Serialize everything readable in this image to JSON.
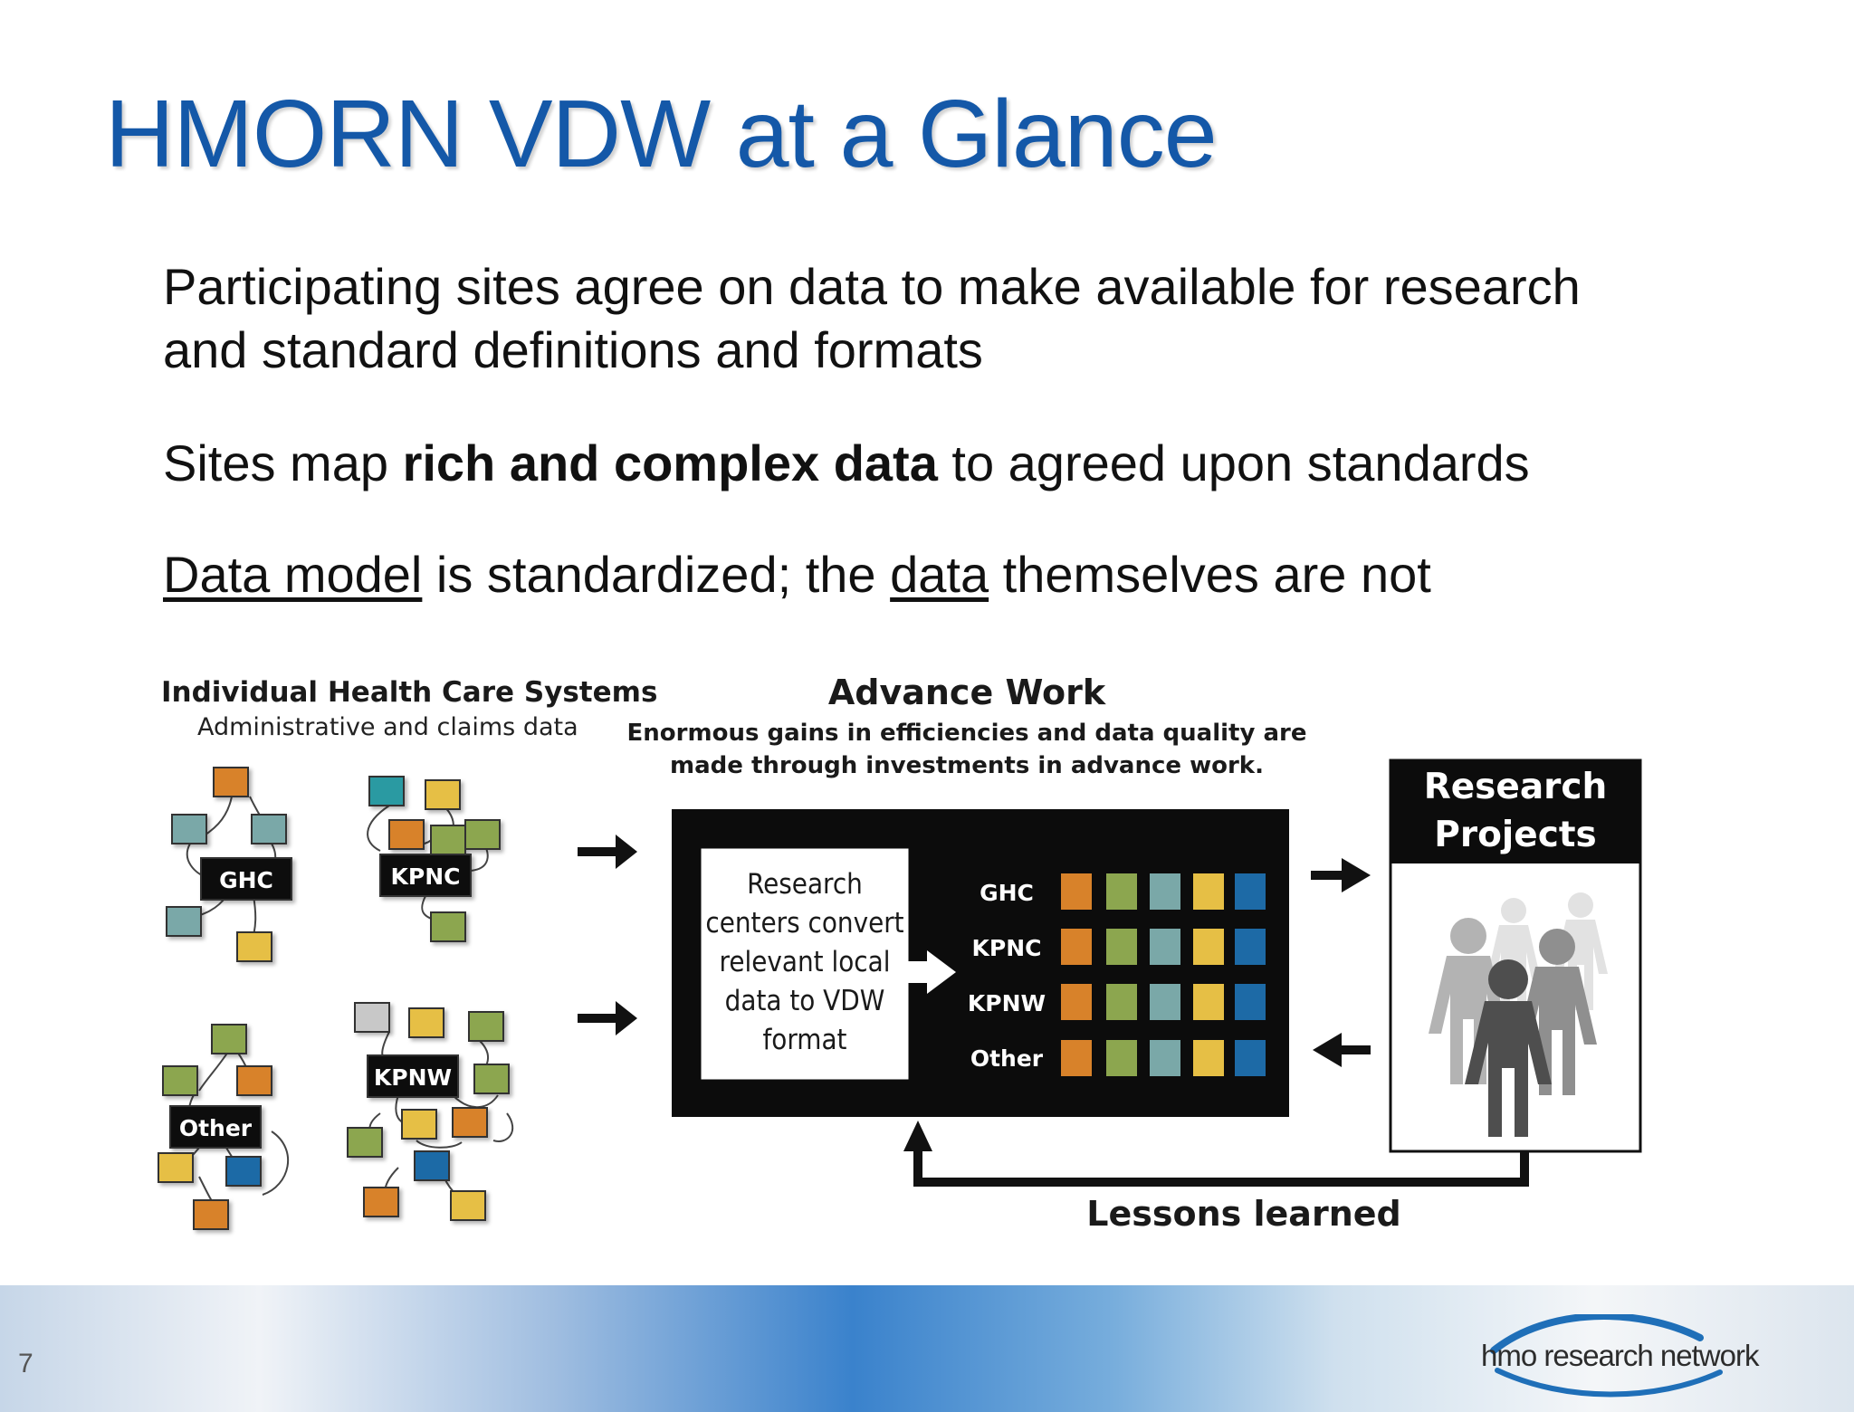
{
  "slide": {
    "title": "HMORN VDW at a Glance",
    "page_number": "7"
  },
  "bullets": [
    {
      "text": "Participating sites agree on data to make available for research",
      "text_line2": "and standard definitions and formats"
    },
    {
      "before": "Sites map ",
      "bold": "rich and complex data",
      "after": " to agreed upon standards"
    },
    {
      "u1": "Data model",
      "mid": " is standardized; the ",
      "u2": "data",
      "end": " themselves are not"
    }
  ],
  "diagram": {
    "left_panel": {
      "heading": "Individual Health Care Systems",
      "subheading": "Administrative and claims data",
      "systems": [
        "GHC",
        "KPNC",
        "Other",
        "KPNW"
      ]
    },
    "advance_work": {
      "heading": "Advance Work",
      "desc_line1": "Enormous gains in efficiencies and data quality are",
      "desc_line2": "made through investments in advance work.",
      "convert_lines": [
        "Research",
        "centers convert",
        "relevant local",
        "data to VDW",
        "format"
      ],
      "rows": [
        "GHC",
        "KPNC",
        "KPNW",
        "Other"
      ]
    },
    "research_projects": {
      "line1": "Research",
      "line2": "Projects"
    },
    "feedback_label": "Lessons learned"
  },
  "footer": {
    "logo_text": "hmo research network"
  },
  "colors": {
    "title": "#1458a8",
    "orange": "#d8822a",
    "olive": "#8ca64f",
    "teal": "#7aa8a8",
    "yellow": "#e6bf45",
    "blue": "#1d6aa6",
    "gray": "#c8c8c8"
  }
}
